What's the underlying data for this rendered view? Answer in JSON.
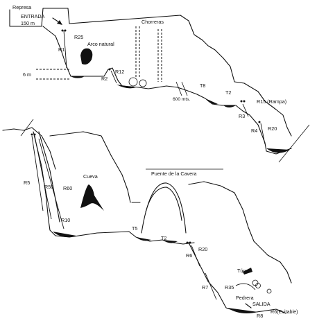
{
  "title": "",
  "colors": {
    "ink": "#111111",
    "paper": "#ffffff",
    "water": "#111111"
  },
  "labels": {
    "represa": "Represa",
    "entrada": "ENTRADA",
    "depth_150": "150 m",
    "r25": "R25",
    "r1": "R1",
    "arco": "Arco natural",
    "chorreras": "Chorreras",
    "six_m": "6 m",
    "r2": "R2",
    "r12": "R12",
    "t8": "T8",
    "six_hundred": "600 mts.",
    "t2_top": "T2",
    "r15": "R15 (Rampa)",
    "r3": "R3",
    "r20_top": "R20",
    "r4": "R4",
    "r5": "R5",
    "r50": "R50",
    "r60": "R60",
    "cueva": "Cueva",
    "r10": "R10",
    "puente": "Puente de la Cavera",
    "t5": "T5",
    "t2_bottom": "T2",
    "r20_bottom": "R20",
    "r6": "R6",
    "tunel": "Túnel",
    "r7": "R7",
    "r35": "R35",
    "pedrera": "Pedrera",
    "salida": "SALIDA",
    "r8": "R8",
    "r6_evitable": "R6(Evitable)"
  }
}
